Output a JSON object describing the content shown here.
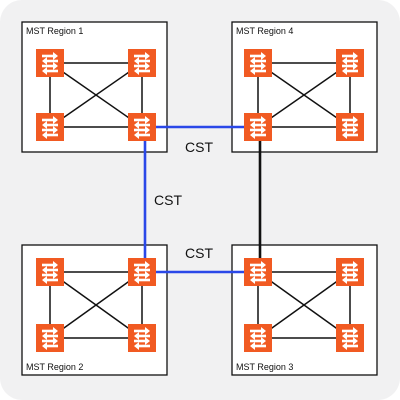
{
  "diagram": {
    "background_color": "#f1f1f2",
    "region_box_color": "#ffffff",
    "region_border_color": "#111111",
    "intra_link_color": "#111111",
    "cst_link_color": "#2a48e8",
    "switch_color": "#f15a22",
    "switch_arrow_color": "#ffffff",
    "switch_icon": "switch-icon",
    "regions": [
      {
        "id": "r1",
        "label": "MST Region 1"
      },
      {
        "id": "r4",
        "label": "MST Region 4"
      },
      {
        "id": "r2",
        "label": "MST Region 2"
      },
      {
        "id": "r3",
        "label": "MST Region 3"
      }
    ],
    "cst_links": [
      {
        "id": "r1-r4",
        "label": "CST",
        "color": "#2a48e8"
      },
      {
        "id": "r1-r2",
        "label": "CST",
        "color": "#2a48e8"
      },
      {
        "id": "r2-r3",
        "label": "CST",
        "color": "#2a48e8"
      },
      {
        "id": "r4-r3",
        "label": "",
        "color": "#111111"
      }
    ]
  }
}
